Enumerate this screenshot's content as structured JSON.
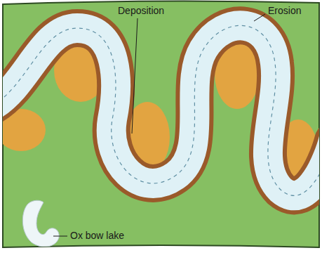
{
  "diagram": {
    "labels": [
      "Deposition",
      "Erosion",
      "Ox bow lake"
    ]
  }
}
